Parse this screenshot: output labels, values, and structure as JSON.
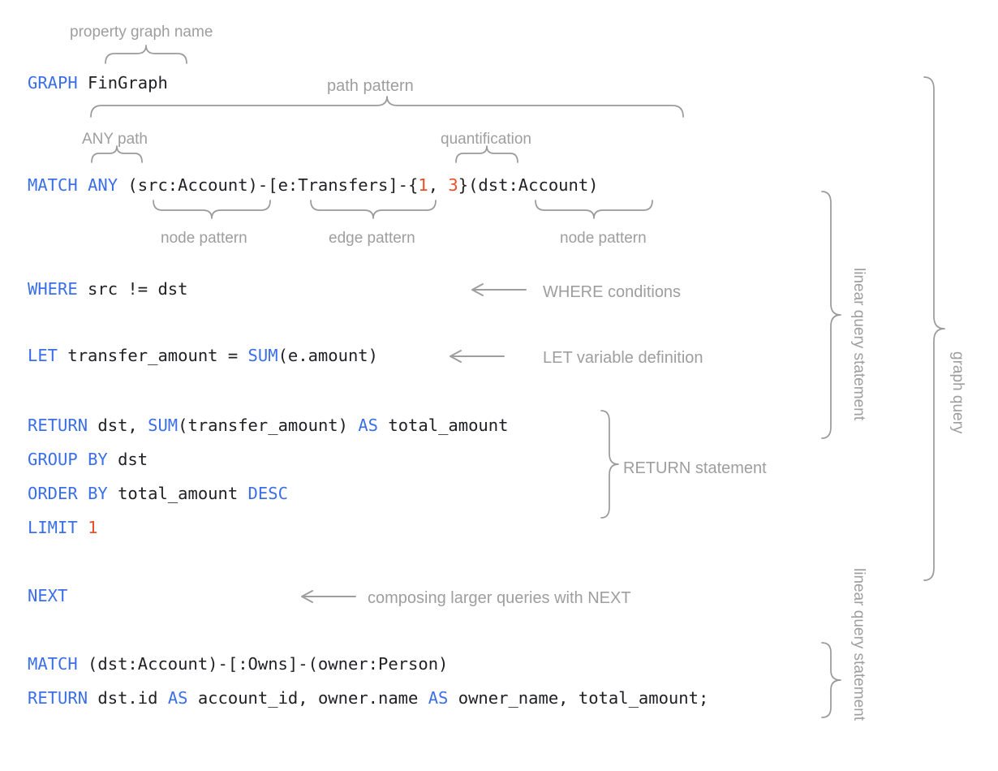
{
  "title": "GQL graph query syntax annotated diagram",
  "colors": {
    "keyword": "#3B6FE8",
    "literal": "#E8502A",
    "text": "#202124",
    "annotation": "#9e9e9e",
    "brace": "#9a9a9a",
    "background": "#ffffff"
  },
  "code": {
    "line_graph": {
      "kw": "GRAPH",
      "rest": " FinGraph"
    },
    "line_match": {
      "kw1": "MATCH",
      "sp1": " ",
      "kw2": "ANY",
      "a": " (src:Account)-[e:Transfers]-{",
      "n1": "1",
      "b": ", ",
      "n2": "3",
      "c": "}(dst:Account)"
    },
    "line_where": {
      "kw": "WHERE",
      "rest": " src != dst"
    },
    "line_let": {
      "kw1": "LET",
      "a": " transfer_amount = ",
      "kw2": "SUM",
      "b": "(e.amount)"
    },
    "line_return1": {
      "kw1": "RETURN",
      "a": " dst, ",
      "kw2": "SUM",
      "b": "(transfer_amount) ",
      "kw3": "AS",
      "c": " total_amount"
    },
    "line_groupby": {
      "kw1": "GROUP",
      "sp": " ",
      "kw2": "BY",
      "rest": " dst"
    },
    "line_orderby": {
      "kw1": "ORDER",
      "sp": " ",
      "kw2": "BY",
      "a": " total_amount ",
      "kw3": "DESC"
    },
    "line_limit": {
      "kw": "LIMIT",
      "sp": " ",
      "num": "1"
    },
    "line_next": {
      "kw": "NEXT"
    },
    "line_match2": {
      "kw": "MATCH",
      "rest": " (dst:Account)-[:Owns]-(owner:Person)"
    },
    "line_return2": {
      "kw1": "RETURN",
      "a": " dst.id ",
      "kw2": "AS",
      "b": " account_id, owner.name ",
      "kw3": "AS",
      "c": " owner_name, total_amount;"
    }
  },
  "annotations": {
    "property_graph_name": "property graph name",
    "path_pattern": "path pattern",
    "any_path": "ANY path",
    "quantification": "quantification",
    "node_pattern_left": "node pattern",
    "edge_pattern": "edge pattern",
    "node_pattern_right": "node pattern",
    "where_conditions": "WHERE conditions",
    "let_variable_definition": "LET variable definition",
    "return_statement": "RETURN statement",
    "composing_next": "composing larger queries with NEXT",
    "linear_query_statement_1": "linear query statement",
    "linear_query_statement_2": "linear query statement",
    "graph_query": "graph query"
  }
}
